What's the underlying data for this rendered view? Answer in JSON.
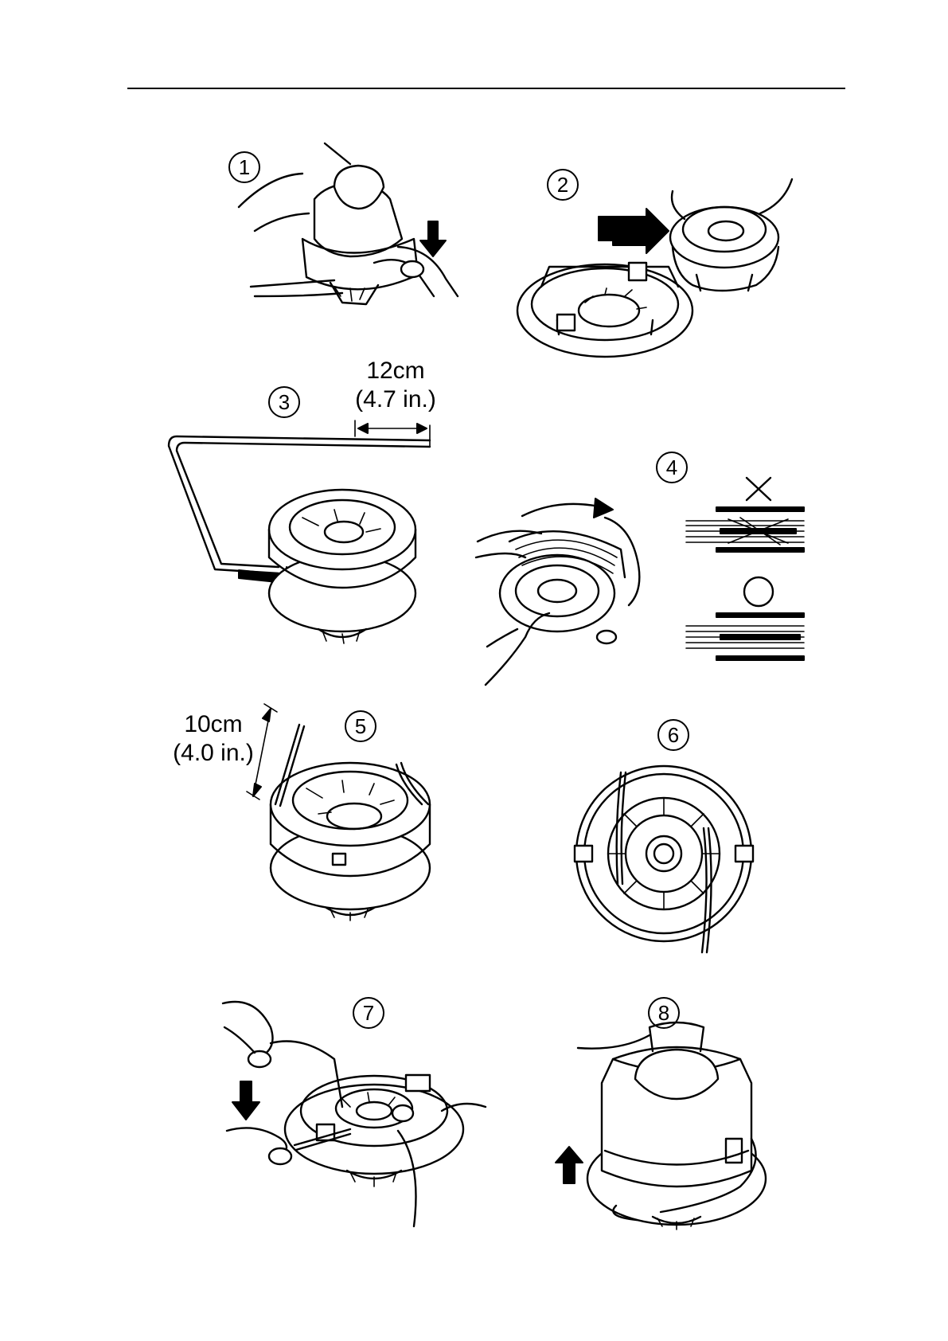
{
  "steps": [
    {
      "number": "1"
    },
    {
      "number": "2"
    },
    {
      "number": "3",
      "measurement": {
        "metric": "12cm",
        "imperial": "(4.7 in.)"
      }
    },
    {
      "number": "4"
    },
    {
      "number": "5",
      "measurement": {
        "metric": "10cm",
        "imperial": "(4.0 in.)"
      }
    },
    {
      "number": "6"
    },
    {
      "number": "7"
    },
    {
      "number": "8"
    }
  ],
  "icons": {
    "push_arrow": "down-arrow-icon",
    "insert_arrow": "right-arrow-icon",
    "wind_arrow": "curved-arrow-icon",
    "lift_arrow": "up-arrow-icon",
    "wrong": "cross-mark-icon",
    "correct": "circle-mark-icon"
  }
}
